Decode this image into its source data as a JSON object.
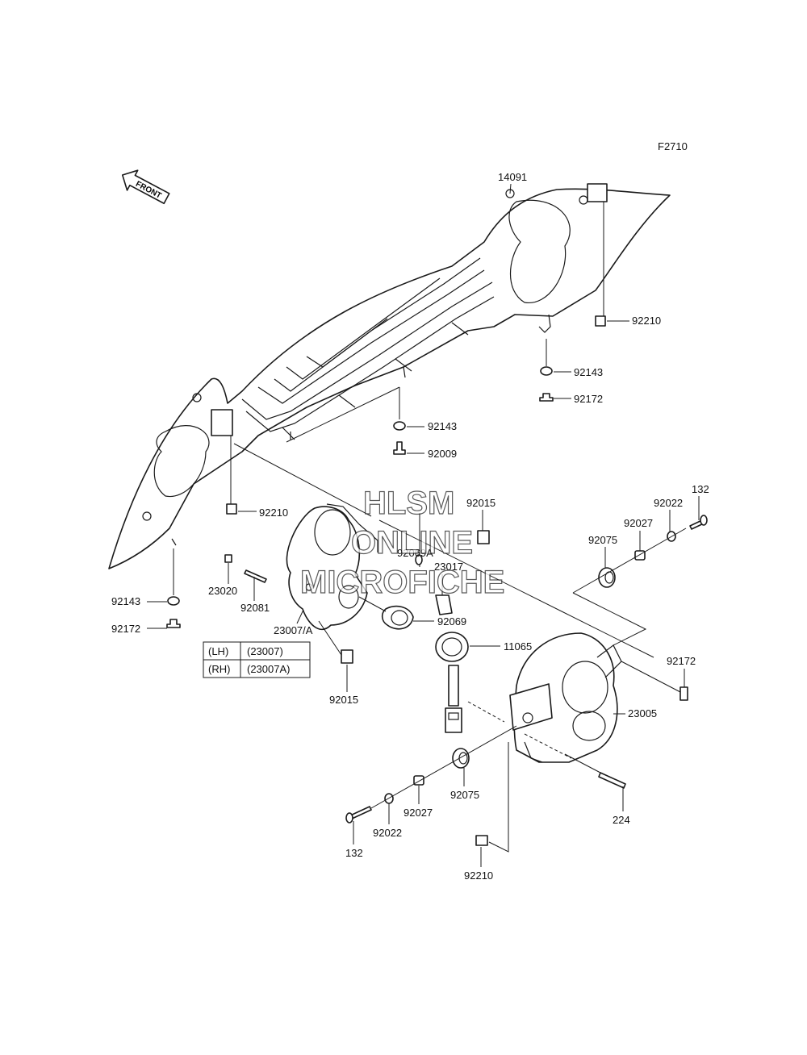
{
  "figure_code": "F2710",
  "front_label": "FRONT",
  "watermark": {
    "line1": "HLSM",
    "line2": "ONLINE",
    "line3": "MICROFICHE"
  },
  "parts": {
    "p14091": "14091",
    "p92210_a": "92210",
    "p92143_a": "92143",
    "p92172_a": "92172",
    "p92143_b": "92143",
    "p92009": "92009",
    "p92210_b": "92210",
    "p92143_c": "92143",
    "p92172_b": "92172",
    "p23020": "23020",
    "p92081": "92081",
    "p23007A": "23007/A",
    "p92015_a": "92015",
    "p92069A": "92069A",
    "p23017": "23017",
    "p92069": "92069",
    "p11065": "11065",
    "p92015_b": "92015",
    "p132_a": "132",
    "p92022_a": "92022",
    "p92027_a": "92027",
    "p92075_a": "92075",
    "p92172_c": "92172",
    "p23005": "23005",
    "p92075_b": "92075",
    "p92027_b": "92027",
    "p92022_b": "92022",
    "p132_b": "132",
    "p224": "224",
    "p92210_c": "92210"
  },
  "side_table": [
    {
      "side": "(LH)",
      "part": "(23007)"
    },
    {
      "side": "(RH)",
      "part": "(23007A)"
    }
  ]
}
